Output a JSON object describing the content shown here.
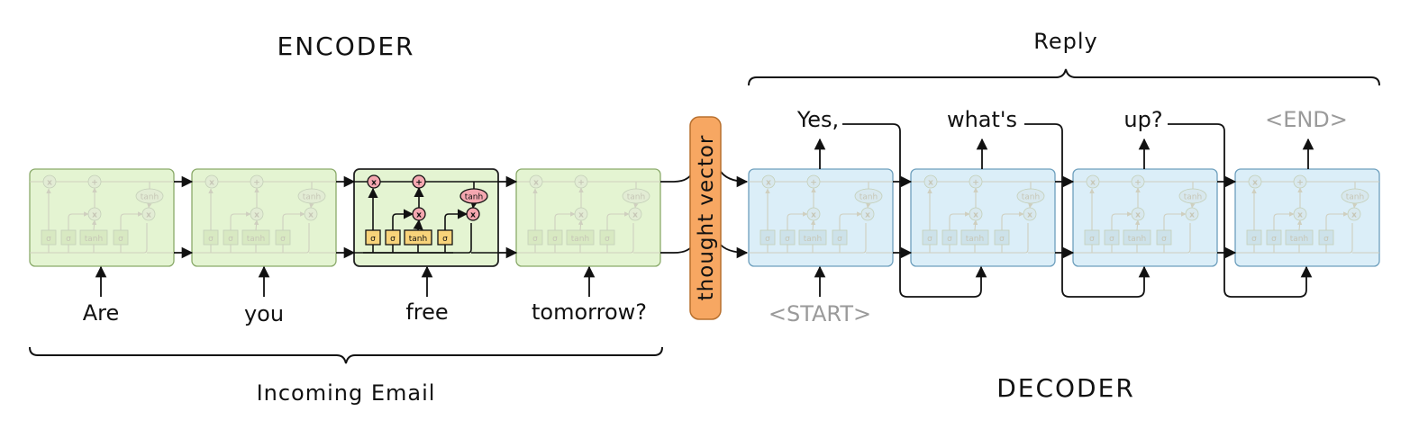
{
  "encoder": {
    "title": "ENCODER",
    "bracket_label": "Incoming Email",
    "inputs": [
      "Are",
      "you",
      "free",
      "tomorrow?"
    ]
  },
  "decoder": {
    "title": "DECODER",
    "bracket_label": "Reply",
    "start_token": "<START>",
    "outputs": [
      "Yes,",
      "what's",
      "up?",
      "<END>"
    ]
  },
  "thought_vector": {
    "label": "thought vector",
    "color": "#f7a762"
  },
  "cell": {
    "gate_sigma": "σ",
    "gate_tanh": "tanh",
    "op_mult": "x",
    "op_add": "+",
    "encoder_fill": "#e4f4d2",
    "decoder_fill": "#dbeef8"
  }
}
